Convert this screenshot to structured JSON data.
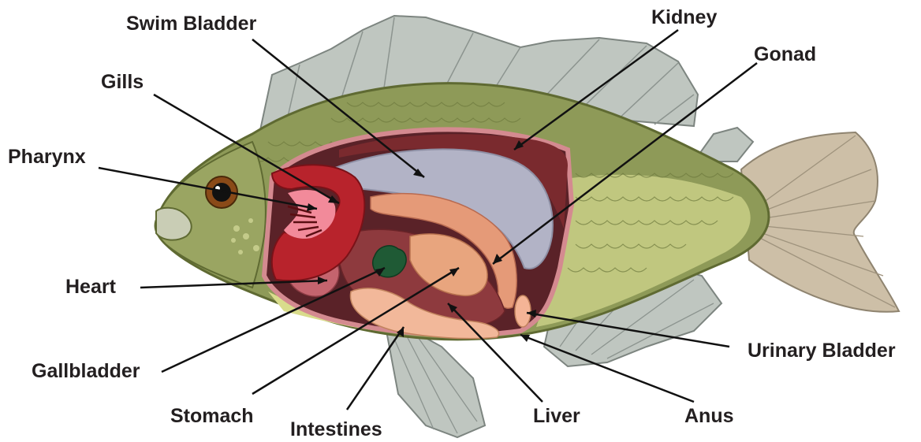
{
  "labels": {
    "swim_bladder": "Swim Bladder",
    "kidney": "Kidney",
    "gonad": "Gonad",
    "gills": "Gills",
    "pharynx": "Pharynx",
    "heart": "Heart",
    "gallbladder": "Gallbladder",
    "stomach": "Stomach",
    "intestines": "Intestines",
    "liver": "Liver",
    "anus": "Anus",
    "urinary_bladder": "Urinary Bladder"
  },
  "colors": {
    "body": "#8e9a58",
    "scales_dark": "#6e7a3e",
    "belly_yellow": "#d9dc8c",
    "fin": "#b9c1bc",
    "tail": "#c8bca4",
    "gill": "#b8232c",
    "swim_bladder": "#b2b3c6",
    "kidney": "#7a2a2e",
    "gonad": "#e59a78",
    "liver": "#8e3a3e",
    "gallbladder": "#1f5a35",
    "intestine": "#f2b89a",
    "eye": "#7a3a10",
    "label_text": "#231f20"
  }
}
